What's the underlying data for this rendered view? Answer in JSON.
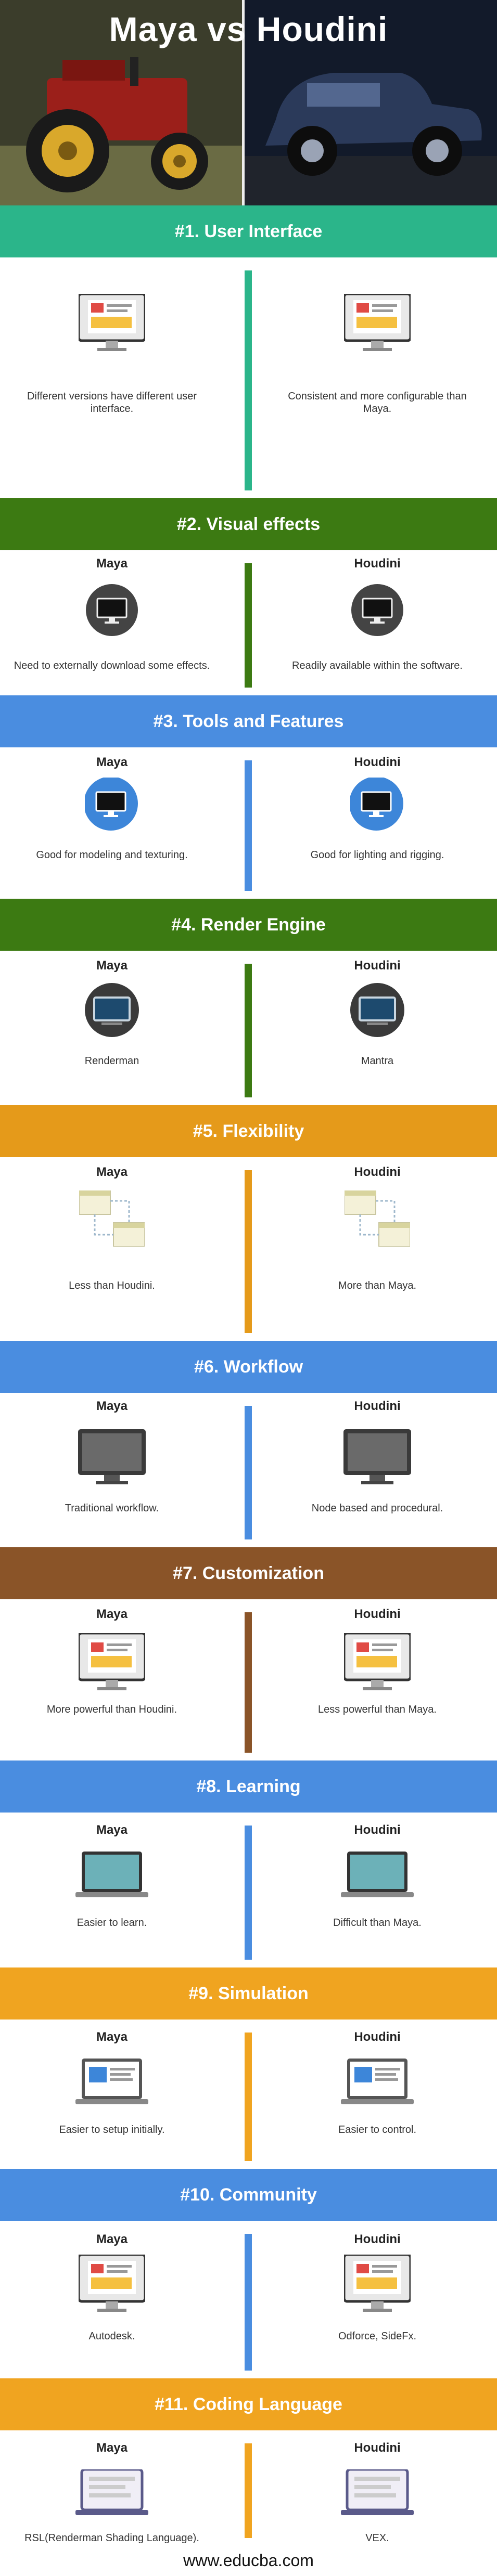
{
  "title": "Maya vs Houdini",
  "left_name": "Maya",
  "right_name": "Houdini",
  "sections": [
    {
      "heading": "#1. User Interface",
      "left": "Different versions have different user interface.",
      "right": "Consistent and more configurable than Maya."
    },
    {
      "heading": "#2. Visual effects",
      "left": "Need to externally download some effects.",
      "right": "Readily available within the software."
    },
    {
      "heading": "#3. Tools and Features",
      "left": "Good for modeling and texturing.",
      "right": "Good for lighting and rigging."
    },
    {
      "heading": "#4. Render Engine",
      "left": "Renderman",
      "right": "Mantra"
    },
    {
      "heading": "#5. Flexibility",
      "left": "Less than Houdini.",
      "right": "More than Maya."
    },
    {
      "heading": "#6. Workflow",
      "left": "Traditional workflow.",
      "right": "Node based and procedural."
    },
    {
      "heading": "#7. Customization",
      "left": "More powerful than Houdini.",
      "right": "Less powerful than Maya."
    },
    {
      "heading": "#8. Learning",
      "left": "Easier to learn.",
      "right": "Difficult than Maya."
    },
    {
      "heading": "#9. Simulation",
      "left": "Easier to setup initially.",
      "right": "Easier to control."
    },
    {
      "heading": "#10. Community",
      "left": "Autodesk.",
      "right": "Odforce, SideFx."
    },
    {
      "heading": "#11. Coding Language",
      "left": "RSL(Renderman Shading Language).",
      "right": "VEX."
    }
  ],
  "colors": {
    "s1": "#2bb58a",
    "s2": "#3c7a12",
    "s3": "#4a8de0",
    "s4": "#3c7a12",
    "s5": "#e59a1a",
    "s6": "#4a8de0",
    "s7": "#8a5428",
    "s8": "#4a8de0",
    "s9": "#f0a420",
    "s10": "#4a8de0",
    "s11": "#f0a420"
  },
  "icons": [
    "monitor-doc-icon",
    "dark-monitor-circle-icon",
    "blue-monitor-circle-icon",
    "dark-screen-circle-icon",
    "network-windows-icon",
    "dark-monitor-icon",
    "monitor-doc-icon",
    "laptop-icon",
    "laptop-doc-icon",
    "monitor-doc-icon",
    "laptop-outline-icon"
  ],
  "footer": "www.educba.com"
}
